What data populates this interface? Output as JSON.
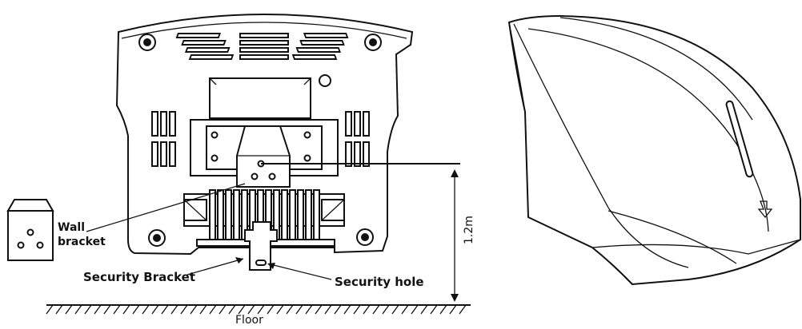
{
  "labels": {
    "wall_bracket_line1": "Wall",
    "wall_bracket_line2": "bracket",
    "security_bracket": "Security Bracket",
    "security_hole": "Security hole",
    "height": "1.2m",
    "floor": "Floor"
  },
  "icons": {
    "arrow": "arrow-down-icon"
  }
}
